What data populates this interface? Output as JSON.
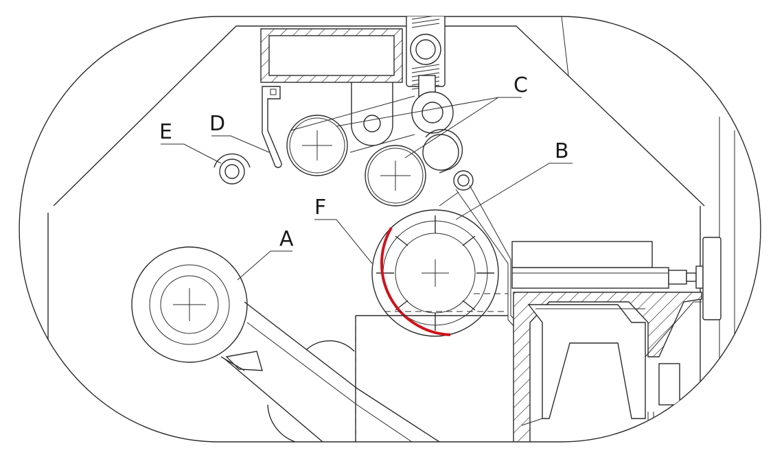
{
  "diagram": {
    "labels": {
      "a": "A",
      "b": "B",
      "c": "C",
      "d": "D",
      "e": "E",
      "f": "F"
    },
    "colors": {
      "line": "#2a2a2a",
      "highlight": "#d0121b",
      "background": "#ffffff"
    }
  }
}
